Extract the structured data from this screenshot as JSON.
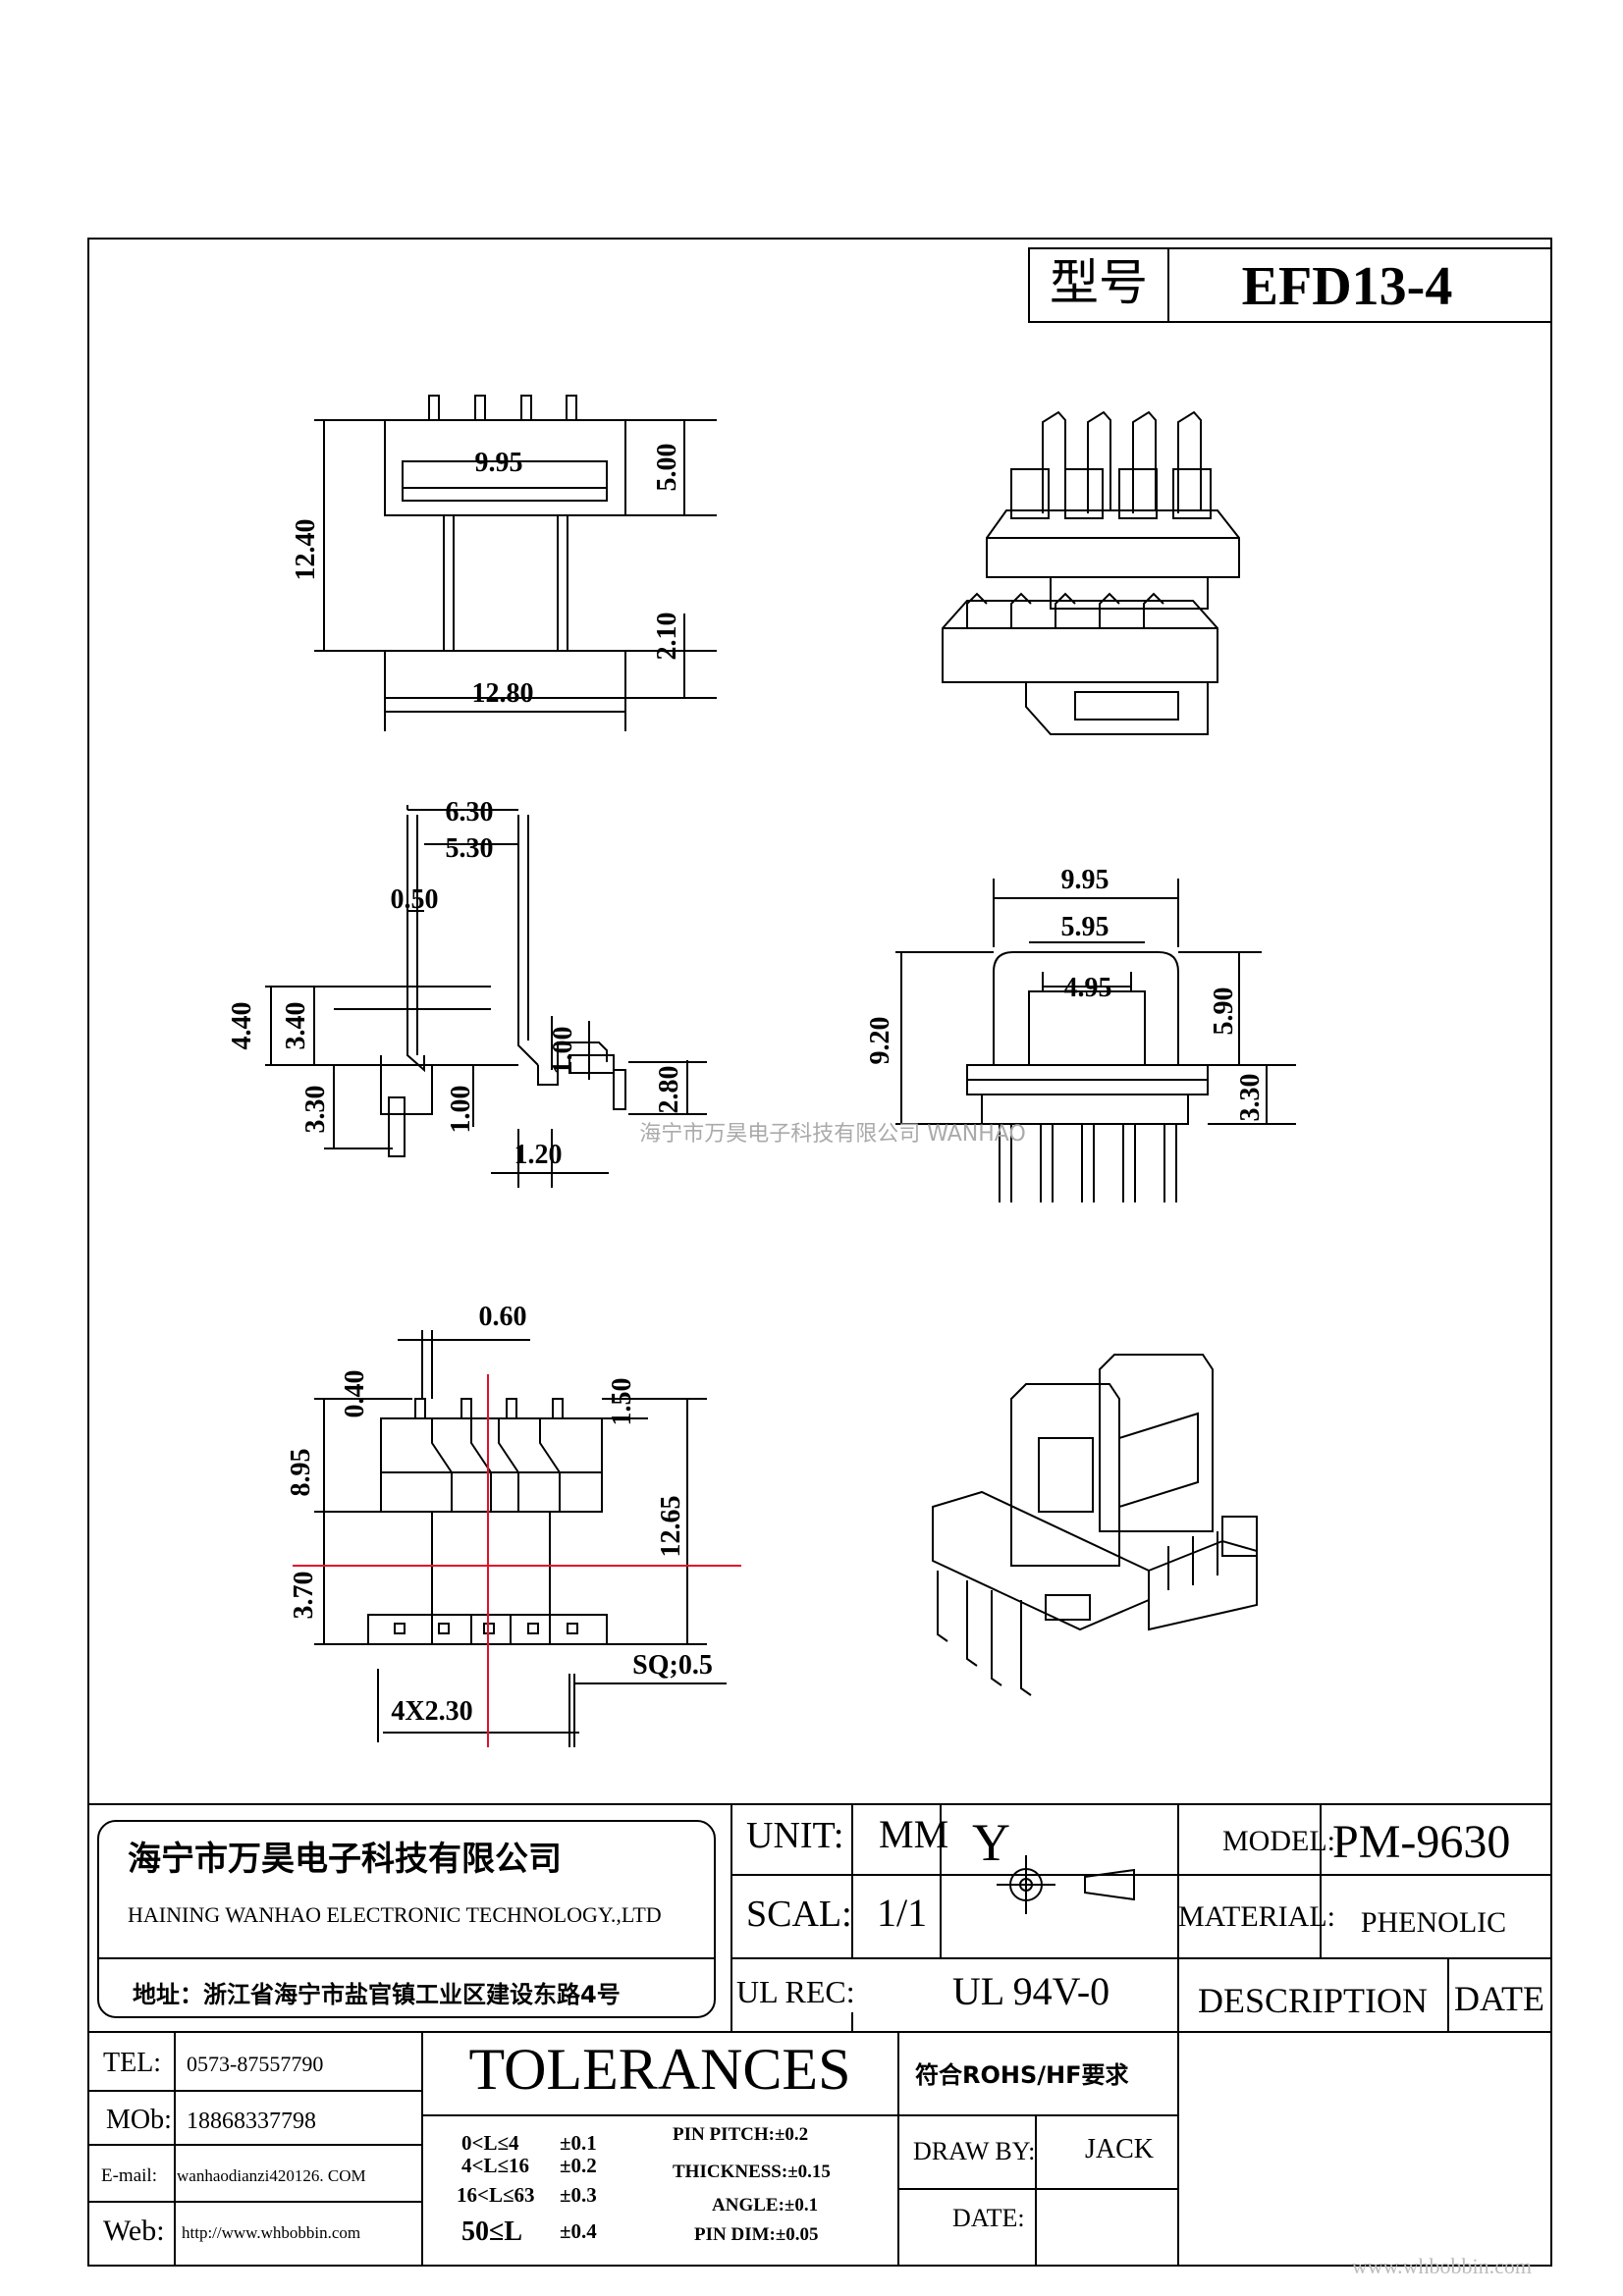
{
  "title_block": {
    "model_label": "型号",
    "model_value": "EFD13-4"
  },
  "dimensions": {
    "top_view": {
      "inner_width": "9.95",
      "flange_height": "5.00",
      "total_height": "12.40",
      "bottom_flange": "2.10",
      "total_width": "12.80"
    },
    "side_view": {
      "d630": "6.30",
      "d530": "5.30",
      "d050": "0.50",
      "d440": "4.40",
      "d340": "3.40",
      "d330": "3.30",
      "d100a": "1.00",
      "d100b": "1.00",
      "d280": "2.80",
      "d120": "1.20"
    },
    "front_view": {
      "d995": "9.95",
      "d595": "5.95",
      "d495": "4.95",
      "d920": "9.20",
      "d590": "5.90",
      "d330": "3.30"
    },
    "pin_view": {
      "d060": "0.60",
      "d040": "0.40",
      "d150": "1.50",
      "d895": "8.95",
      "d1265": "12.65",
      "d370": "3.70",
      "sq": "SQ;0.5",
      "pitch": "4X2.30"
    }
  },
  "watermark": "海宁市万昊电子科技有限公司 WANHAO",
  "company": {
    "name_cn": "海宁市万昊电子科技有限公司",
    "name_en": "HAINING WANHAO ELECTRONIC TECHNOLOGY.,LTD",
    "address": "地址：浙江省海宁市盐官镇工业区建设东路4号"
  },
  "spec": {
    "unit_label": "UNIT:",
    "unit_value": "MM",
    "scal_label": "SCAL:",
    "scal_value": "1/1",
    "projection_symbol": "Y",
    "ul_label": "UL REC:",
    "ul_value": "UL 94V-0",
    "model_label": "MODEL:",
    "model_value": "PM-9630",
    "material_label": "MATERIAL:",
    "material_value": "PHENOLIC",
    "description_label": "DESCRIPTION",
    "date_label": "DATE"
  },
  "contact": {
    "tel_label": "TEL:",
    "tel_value": "0573-87557790",
    "mob_label": "MOb:",
    "mob_value": "18868337798",
    "email_label": "E-mail:",
    "email_value": "wanhaodianzi420126. COM",
    "web_label": "Web:",
    "web_value": "http://www.whbobbin.com"
  },
  "tolerances": {
    "title": "TOLERANCES",
    "rows": [
      {
        "range": "0<L≤4",
        "value": "±0.1"
      },
      {
        "range": "4<L≤16",
        "value": "±0.2"
      },
      {
        "range": "16<L≤63",
        "value": "±0.3"
      },
      {
        "range": "50≤L",
        "value": "±0.4"
      }
    ],
    "extras": [
      "PIN PITCH:±0.2",
      "THICKNESS:±0.15",
      "ANGLE:±0.1",
      "PIN DIM:±0.05"
    ]
  },
  "approval": {
    "rohs": "符合ROHS/HF要求",
    "draw_label": "DRAW BY:",
    "draw_value": "JACK",
    "date_label": "DATE:"
  },
  "site_watermark": "www.whbobbin.com"
}
